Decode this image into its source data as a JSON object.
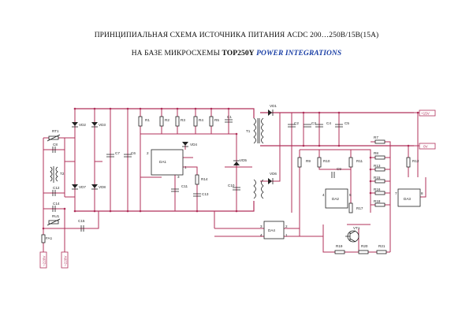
{
  "title": {
    "line1": "ПРИНЦИПИАЛЬНАЯ СХЕМА ИСТОЧНИКА ПИТАНИЯ ACDC 200…250В/15В(15А)",
    "line2_prefix": "НА БАЗЕ МИКРОСХЕМЫ ",
    "line2_chip": "TOP250Y",
    "line2_maker": "POWER INTEGRATIONS"
  },
  "colors": {
    "wire": "#b0305a",
    "ground": "#2f6a2f",
    "component": "#222222",
    "maker": "#1a3fa6"
  },
  "terminals": {
    "plus": "+15V",
    "zero": "0V",
    "ac1": "~220V",
    "ac2": "~220V"
  },
  "labels": {
    "RT1": "RT1",
    "C8": "C8",
    "T2": "T2",
    "C12": "C12",
    "C14": "C14",
    "RU1": "RU1",
    "C15": "C15",
    "FA1": "FA1",
    "VD2": "VD2",
    "VD3": "VD3",
    "VD7": "VD7",
    "VD8": "VD8",
    "C7": "C7",
    "C6": "C6",
    "R1": "R1",
    "R2": "R2",
    "R3": "R3",
    "R4": "R4",
    "R5": "R5",
    "C1": "C1",
    "VD4": "VD4",
    "DA1": "DA1",
    "C11": "C11",
    "R14": "R14",
    "C13": "C13",
    "VD5": "VD5",
    "C10": "C10",
    "T1": "T1",
    "VD1": "VD1",
    "VD6": "VD6",
    "C2": "C2",
    "C3": "C3",
    "C4": "C4",
    "C5": "C5",
    "R9": "R9",
    "R10": "R10",
    "C9": "C9",
    "R11": "R11",
    "DA2": "DA2",
    "R17": "R17",
    "R7": "R7",
    "R8": "R8",
    "R13": "R13",
    "R15": "R15",
    "R16": "R16",
    "R18": "R18",
    "R12": "R12",
    "DA3": "DA3",
    "DA4": "DA4",
    "VT1": "VT1",
    "R19": "R19",
    "R20": "R20",
    "R21": "R21"
  },
  "pins": {
    "p1": "1",
    "p2": "2",
    "p3": "3",
    "p4": "4",
    "p5": "5",
    "p6": "6",
    "p7": "7",
    "p8": "8"
  }
}
